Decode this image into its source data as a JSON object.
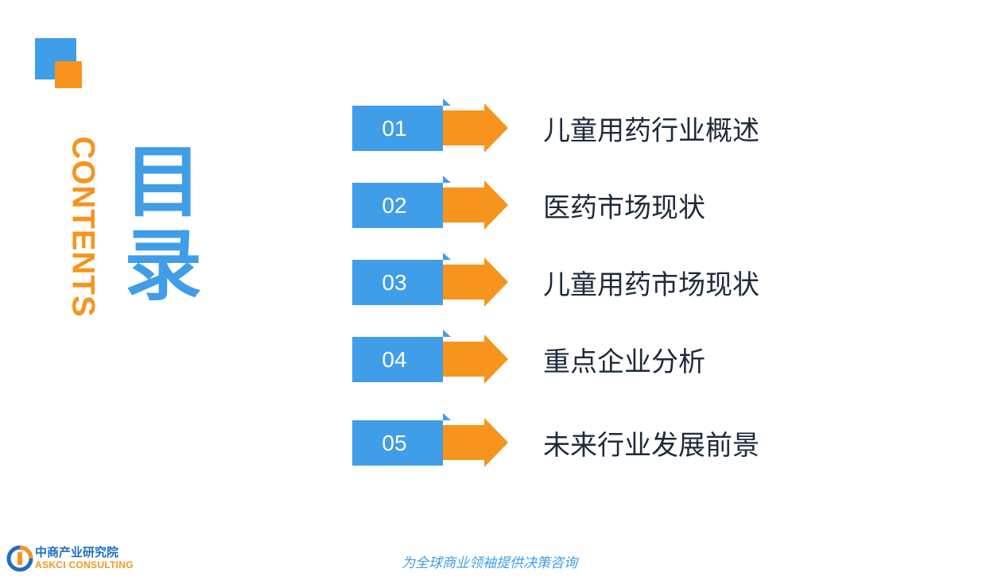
{
  "heading": {
    "vertical_en": "CONTENTS",
    "title_chars": [
      "目",
      "录"
    ]
  },
  "items": [
    {
      "num": "01",
      "label": "儿童用药行业概述"
    },
    {
      "num": "02",
      "label": "医药市场现状"
    },
    {
      "num": "03",
      "label": "儿童用药市场现状"
    },
    {
      "num": "04",
      "label": "重点企业分析"
    },
    {
      "num": "05",
      "label": "未来行业发展前景"
    }
  ],
  "footer": {
    "logo_cn": "中商产业研究院",
    "logo_en": "ASKCI CONSULTING",
    "slogan": "为全球商业领袖提供决策咨询"
  },
  "colors": {
    "blue": "#409de8",
    "orange": "#f7941d",
    "text": "#1d2a3a"
  }
}
